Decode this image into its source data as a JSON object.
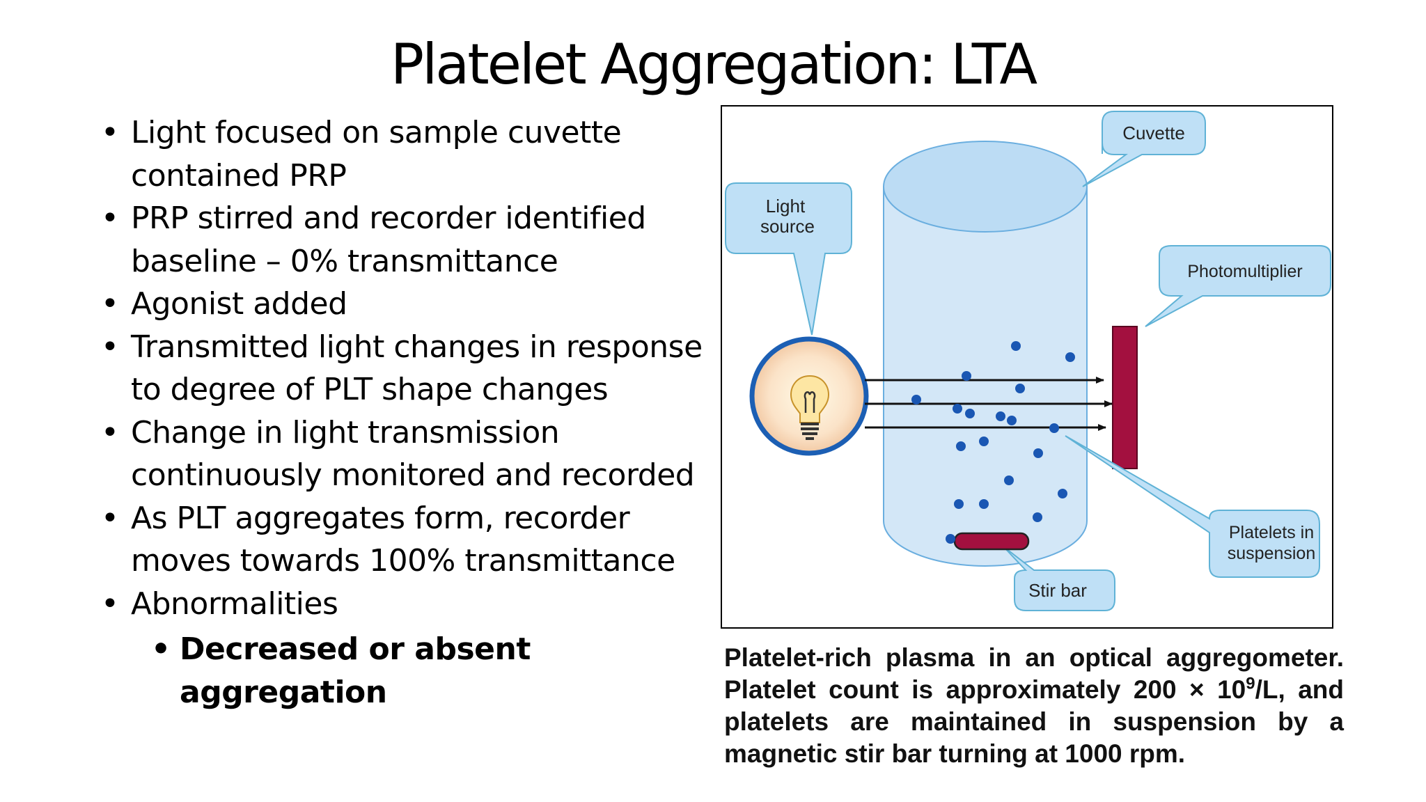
{
  "title": "Platelet Aggregation: LTA",
  "bullets": [
    "Light focused on sample cuvette contained PRP",
    "PRP stirred and recorder identified baseline – 0% transmittance",
    "Agonist added",
    "Transmitted light changes in response to degree of PLT shape changes",
    "Change in light transmission continuously monitored and recorded",
    "As PLT aggregates form, recorder moves towards 100% transmittance",
    "Abnormalities"
  ],
  "sub_bullets": [
    "Decreased or absent aggregation"
  ],
  "figure": {
    "labels": {
      "cuvette": "Cuvette",
      "light_source_1": "Light",
      "light_source_2": "source",
      "photomultiplier": "Photomultiplier",
      "platelets_1": "Platelets in",
      "platelets_2": "suspension",
      "stir_bar": "Stir bar"
    },
    "colors": {
      "cylinder": "#d3e7f7",
      "callout": "#bfe0f6",
      "platelet": "#1a57b3",
      "detector": "#a3103f"
    }
  },
  "caption": {
    "part1": "Platelet-rich plasma in an optical aggregometer. Platelet count is approximately 200 × 10",
    "exponent": "9",
    "part2": "/L, and platelets are maintained in suspension by a magnetic stir bar turning at 1000 rpm."
  }
}
